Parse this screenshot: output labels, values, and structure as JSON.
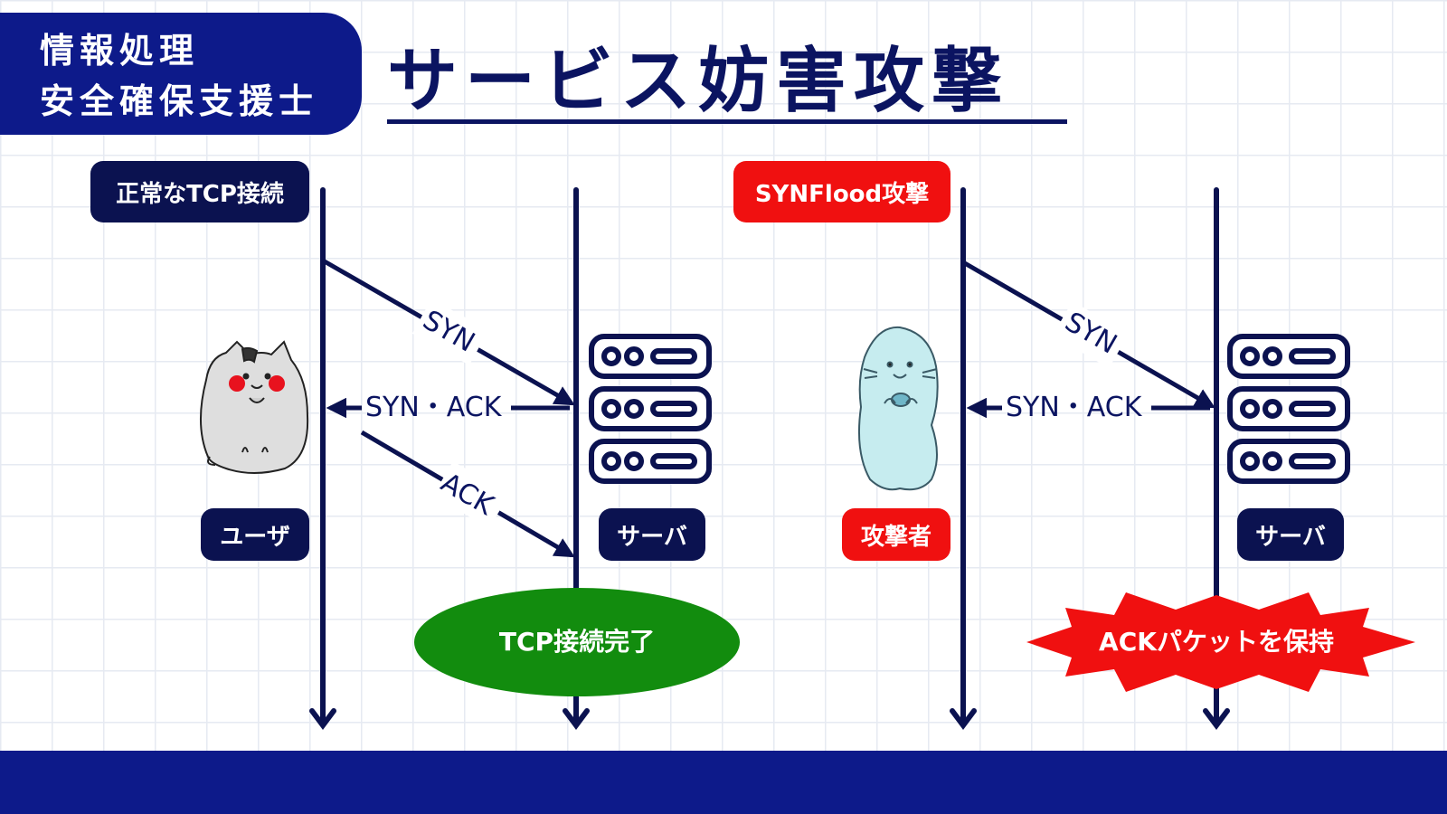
{
  "header": {
    "category_line1": "情報処理",
    "category_line2": "安全確保支援士",
    "title": "サービス妨害攻撃"
  },
  "colors": {
    "navy": "#0b1250",
    "brand_blue": "#0d1a8a",
    "alert_red": "#f01010",
    "success_green": "#128c0e"
  },
  "normal_flow": {
    "tag": "正常なTCP接続",
    "client_label": "ユーザ",
    "server_label": "サーバ",
    "msg_syn": "SYN",
    "msg_synack": "SYN・ACK",
    "msg_ack": "ACK",
    "result": "TCP接続完了",
    "client_icon": "cat-character-icon",
    "server_icon": "server-rack-icon"
  },
  "attack_flow": {
    "tag": "SYNFlood攻撃",
    "client_label": "攻撃者",
    "server_label": "サーバ",
    "msg_syn": "SYN",
    "msg_synack": "SYN・ACK",
    "result": "ACKパケットを保持",
    "client_icon": "seal-character-icon",
    "server_icon": "server-rack-icon"
  }
}
